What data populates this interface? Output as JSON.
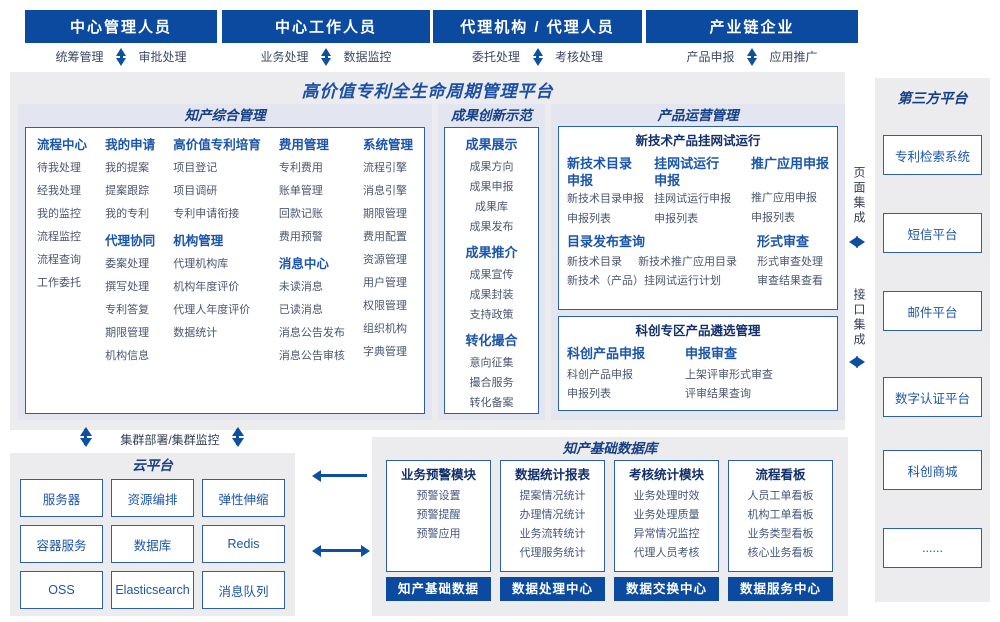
{
  "colors": {
    "accent": "#0b4a9f",
    "border": "#2e5fad",
    "panel_gray": "#ececee",
    "panel_lavender": "#e3e6f1"
  },
  "actors": [
    {
      "label": "中心管理人员",
      "left_tag": "统筹管理",
      "right_tag": "审批处理"
    },
    {
      "label": "中心工作人员",
      "left_tag": "业务处理",
      "right_tag": "数据监控"
    },
    {
      "label": "代理机构 / 代理人员",
      "left_tag": "委托处理",
      "right_tag": "考核处理"
    },
    {
      "label": "产业链企业",
      "left_tag": "产品申报",
      "right_tag": "应用推广"
    }
  ],
  "platform": {
    "title": "高价值专利全生命周期管理平台",
    "ipm": {
      "title": "知产综合管理",
      "columns": [
        {
          "groups": [
            {
              "title": "流程中心",
              "items": [
                "待我处理",
                "经我处理",
                "我的监控",
                "流程监控",
                "流程查询",
                "工作委托"
              ]
            }
          ]
        },
        {
          "groups": [
            {
              "title": "我的申请",
              "items": [
                "我的提案",
                "提案跟踪",
                "我的专利"
              ]
            },
            {
              "title": "代理协同",
              "items": [
                "委案处理",
                "撰写处理",
                "专利答复",
                "期限管理",
                "机构信息"
              ]
            }
          ]
        },
        {
          "groups": [
            {
              "title": "高价值专利培育",
              "items": [
                "项目登记",
                "项目调研",
                "专利申请衔接"
              ]
            },
            {
              "title": "机构管理",
              "items": [
                "代理机构库",
                "机构年度评价",
                "代理人年度评价",
                "数据统计"
              ]
            }
          ]
        },
        {
          "groups": [
            {
              "title": "费用管理",
              "items": [
                "专利费用",
                "账单管理",
                "回款记账",
                "费用预警"
              ]
            },
            {
              "title": "消息中心",
              "items": [
                "未读消息",
                "已读消息",
                "消息公告发布",
                "消息公告审核"
              ]
            }
          ]
        },
        {
          "groups": [
            {
              "title": "系统管理",
              "items": [
                "流程引擎",
                "消息引擎",
                "期限管理",
                "费用配置",
                "资源管理",
                "用户管理",
                "权限管理",
                "组织机构",
                "字典管理"
              ]
            }
          ]
        }
      ]
    },
    "achievements": {
      "title": "成果创新示范",
      "groups": [
        {
          "title": "成果展示",
          "items": [
            "成果方向",
            "成果申报",
            "成果库",
            "成果发布"
          ]
        },
        {
          "title": "成果推介",
          "items": [
            "成果宣传",
            "成果封装",
            "支持政策"
          ]
        },
        {
          "title": "转化撮合",
          "items": [
            "意向征集",
            "撮合服务",
            "转化备案"
          ]
        }
      ]
    },
    "product_ops": {
      "title": "产品运营管理",
      "trial": {
        "title": "新技术产品挂网试运行",
        "columns": [
          {
            "title": "新技术目录申报",
            "items": [
              "新技术目录申报",
              "申报列表"
            ]
          },
          {
            "title": "挂网试运行申报",
            "items": [
              "挂网试运行申报",
              "申报列表"
            ]
          },
          {
            "title": "推广应用申报",
            "items": [
              "推广应用申报",
              "申报列表"
            ]
          }
        ],
        "catalog": {
          "title": "目录发布查询",
          "row1_left": "新技术目录",
          "row1_right": "新技术推广应用目录",
          "row2": "新技术（产品）挂网试运行计划"
        },
        "review": {
          "title": "形式审查",
          "items": [
            "形式审查处理",
            "审查结果查看"
          ]
        }
      },
      "selection": {
        "title": "科创专区产品遴选管理",
        "columns": [
          {
            "title": "科创产品申报",
            "items": [
              "科创产品申报",
              "申报列表"
            ]
          },
          {
            "title": "申报审查",
            "items": [
              "上架评审形式审查",
              "评审结果查询"
            ]
          }
        ]
      }
    }
  },
  "integration": {
    "page": "页面集成",
    "api": "接口集成"
  },
  "third_party": {
    "title": "第三方平台",
    "items": [
      "专利检索系统",
      "短信平台",
      "邮件平台",
      "数字认证平台",
      "科创商城",
      "......"
    ]
  },
  "cluster_label": "集群部署/集群监控",
  "cloud": {
    "title": "云平台",
    "items": [
      "服务器",
      "资源编排",
      "弹性伸缩",
      "容器服务",
      "数据库",
      "Redis",
      "OSS",
      "Elasticsearch",
      "消息队列"
    ]
  },
  "database": {
    "title": "知产基础数据库",
    "modules": [
      {
        "title": "业务预警模块",
        "items": [
          "预警设置",
          "预警提醒",
          "预警应用"
        ],
        "bar": "知产基础数据"
      },
      {
        "title": "数据统计报表",
        "items": [
          "提案情况统计",
          "办理情况统计",
          "业务流转统计",
          "代理服务统计"
        ],
        "bar": "数据处理中心"
      },
      {
        "title": "考核统计模块",
        "items": [
          "业务处理时效",
          "业务处理质量",
          "异常情况监控",
          "代理人员考核"
        ],
        "bar": "数据交换中心"
      },
      {
        "title": "流程看板",
        "items": [
          "人员工单看板",
          "机构工单看板",
          "业务类型看板",
          "核心业务看板"
        ],
        "bar": "数据服务中心"
      }
    ]
  }
}
